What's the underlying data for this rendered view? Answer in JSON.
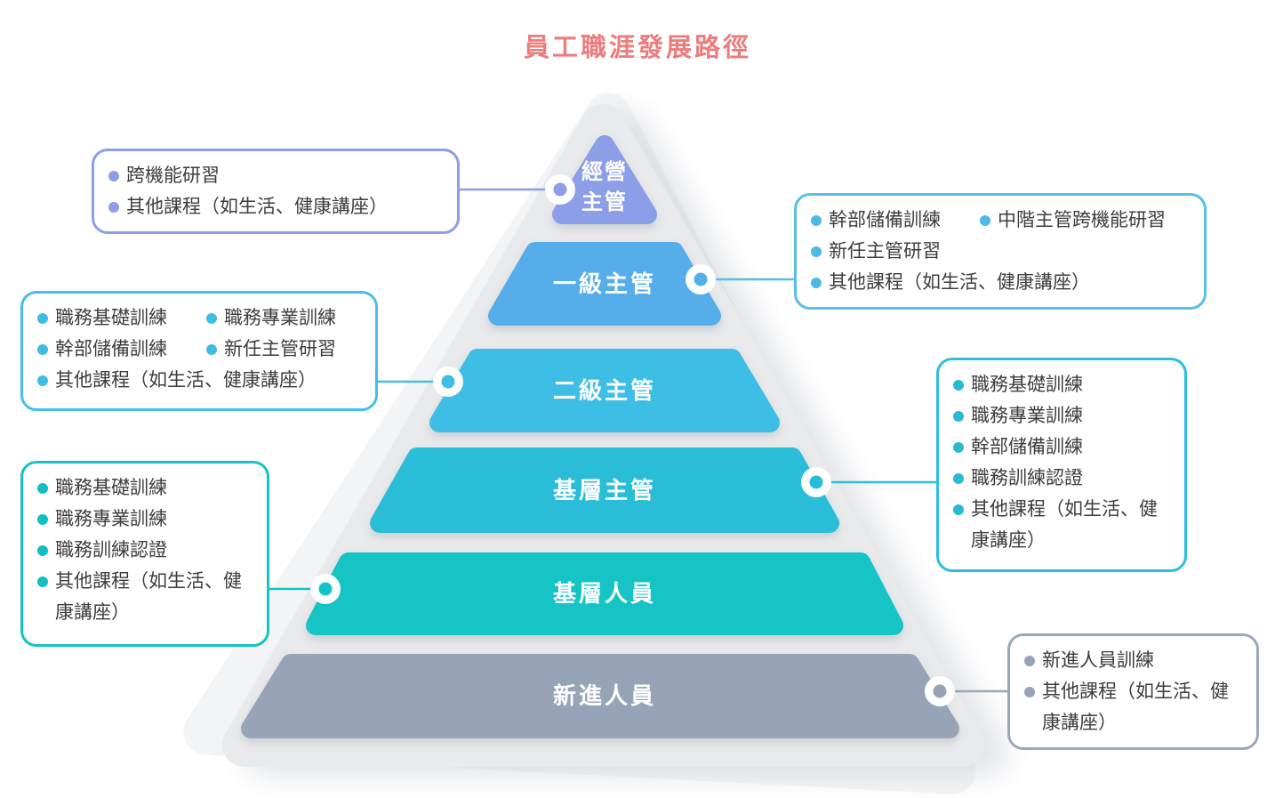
{
  "title": "員工職涯發展路徑",
  "colors": {
    "title": "#ED7C7C",
    "body_text": "#3D3D3D",
    "background_triangle": "#E9EAEC",
    "background_triangle_highlight": "#F3F4F6"
  },
  "levels": [
    {
      "label": "經營主管",
      "lines": [
        "經營",
        "主管"
      ],
      "color": "#8C9EE8"
    },
    {
      "label": "一級主管",
      "color": "#55ADE9"
    },
    {
      "label": "二級主管",
      "color": "#3EBEE4"
    },
    {
      "label": "基層主管",
      "color": "#2ABDD8"
    },
    {
      "label": "基層人員",
      "color": "#12C4C6"
    },
    {
      "label": "新進人員",
      "color": "#97A4B7"
    }
  ],
  "callouts": [
    {
      "for_level": "經營主管",
      "side": "left",
      "border": "#8C9EE8",
      "rows": [
        [
          "跨機能研習"
        ],
        [
          "其他課程（如生活、健康講座）"
        ]
      ]
    },
    {
      "for_level": "一級主管",
      "side": "right",
      "border": "#55BEE9",
      "rows": [
        [
          "幹部儲備訓練",
          "中階主管跨機能研習"
        ],
        [
          "新任主管研習"
        ],
        [
          "其他課程（如生活、健康講座）"
        ]
      ]
    },
    {
      "for_level": "二級主管",
      "side": "left",
      "border": "#46BFE5",
      "rows": [
        [
          "職務基礎訓練",
          "職務專業訓練"
        ],
        [
          "幹部儲備訓練",
          "新任主管研習"
        ],
        [
          "其他課程（如生活、健康講座）"
        ]
      ]
    },
    {
      "for_level": "基層主管",
      "side": "right",
      "border": "#2CBFDA",
      "rows": [
        [
          "職務基礎訓練"
        ],
        [
          "職務專業訓練"
        ],
        [
          "幹部儲備訓練"
        ],
        [
          "職務訓練認證"
        ],
        [
          "其他課程（如生活、健康講座）"
        ]
      ]
    },
    {
      "for_level": "基層人員",
      "side": "left",
      "border": "#16C2C2",
      "rows": [
        [
          "職務基礎訓練"
        ],
        [
          "職務專業訓練"
        ],
        [
          "職務訓練認證"
        ],
        [
          "其他課程（如生活、健康講座）"
        ]
      ]
    },
    {
      "for_level": "新進人員",
      "side": "right",
      "border": "#9AA8B9",
      "rows": [
        [
          "新進人員訓練"
        ],
        [
          "其他課程（如生活、健康講座）"
        ]
      ]
    }
  ]
}
